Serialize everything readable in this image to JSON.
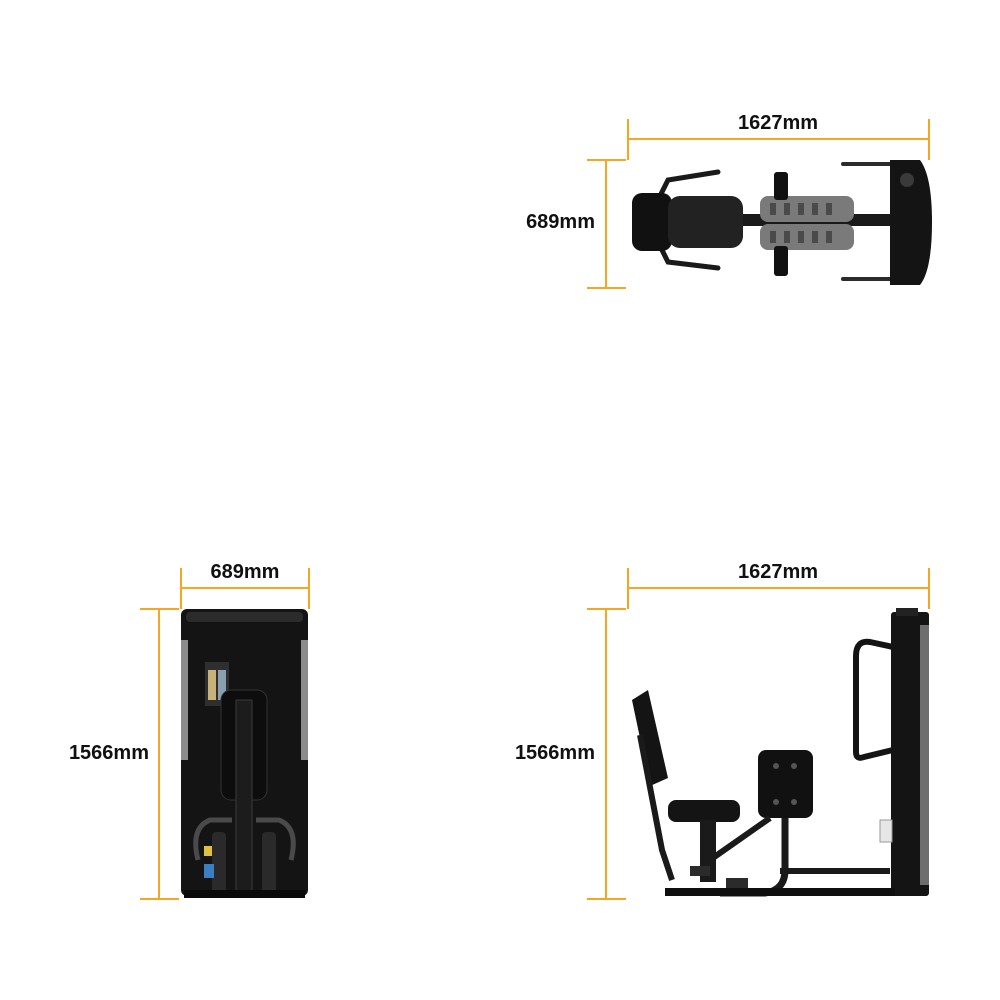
{
  "colors": {
    "dimension_line": "#f5a623",
    "machine_black": "#1a1a1a",
    "machine_dark": "#2b2b2b",
    "machine_grey": "#8c8c8c",
    "background": "#ffffff"
  },
  "views": {
    "top": {
      "width_label": "1627mm",
      "depth_label": "689mm"
    },
    "front": {
      "width_label": "689mm",
      "height_label": "1566mm"
    },
    "side": {
      "width_label": "1627mm",
      "height_label": "1566mm"
    }
  }
}
